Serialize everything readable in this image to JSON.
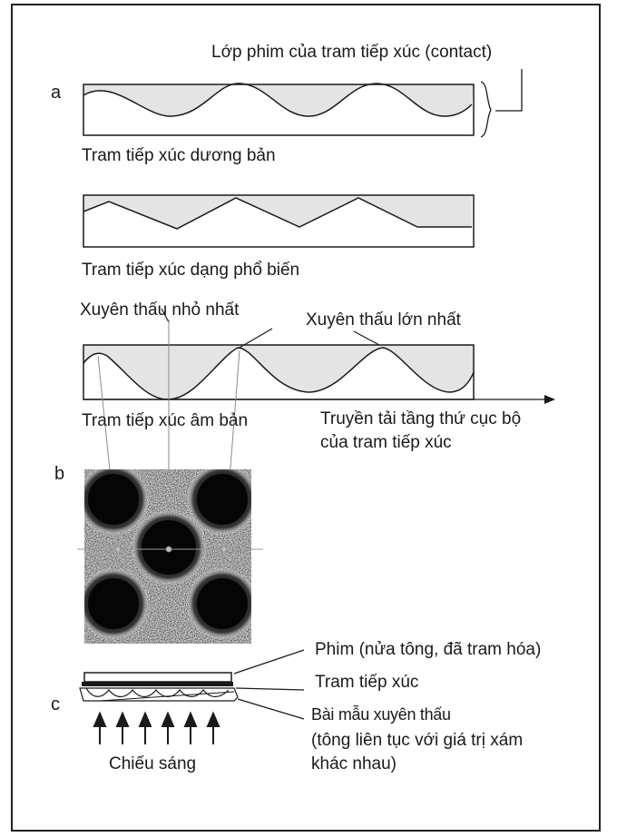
{
  "panel_a": {
    "label": "a",
    "contact_film_label": "Lớp phim của tram tiếp xúc (contact)",
    "positive_label": "Tram tiếp xúc dương bản",
    "common_label": "Tram tiếp xúc dạng phổ biến",
    "min_transmission_label": "Xuyên thấu nhỏ nhất",
    "max_transmission_label": "Xuyên thấu lớn nhất",
    "negative_label": "Tram tiếp xúc âm bản",
    "density_caption": "Truyền tải tầng thứ cục bộ\ncủa tram tiếp xúc"
  },
  "panel_b": {
    "label": "b"
  },
  "panel_c": {
    "label": "c",
    "film_label": "Phim (nửa tông, đã tram hóa)",
    "screen_label": "Tram tiếp xúc",
    "original_label": "Bài mẫu xuyên thấu",
    "original_desc": "(tông liên tục với giá trị xám\nkhác nhau)",
    "light_label": "Chiếu sáng"
  },
  "colors": {
    "ink": "#1a1a1a",
    "screen_fill": "#e4e4e4",
    "guide_line": "#8a8a8a"
  }
}
